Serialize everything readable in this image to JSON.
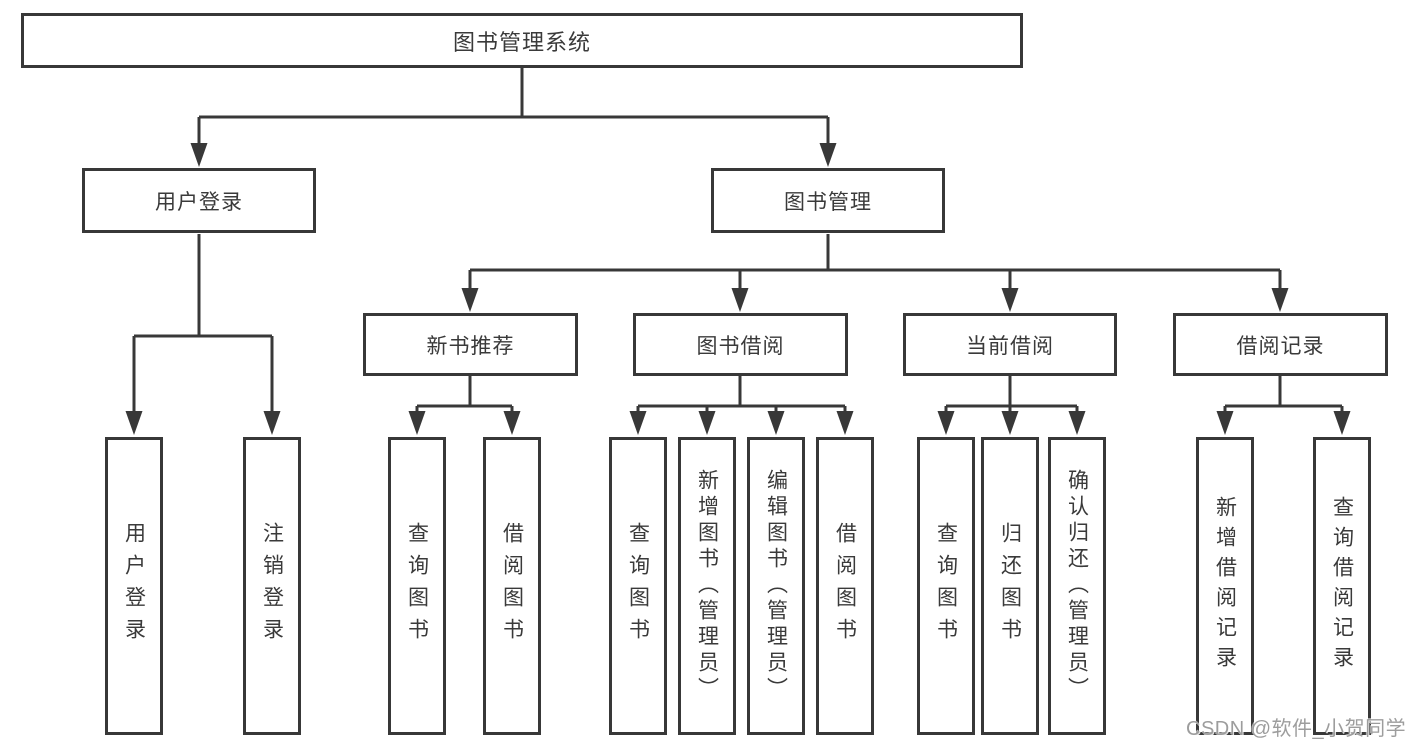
{
  "diagram": {
    "type": "function-structure-tree",
    "colors": {
      "line": "#383838",
      "border": "#383838",
      "text": "#3a3a3a",
      "background": "#ffffff",
      "watermark": "#9d9d9d"
    },
    "nodes": {
      "root": "图书管理系统",
      "l2_user_login": "用户登录",
      "l2_book_mgmt": "图书管理",
      "l3_new_book": "新书推荐",
      "l3_book_borrow": "图书借阅",
      "l3_current_borrow": "当前借阅",
      "l3_borrow_record": "借阅记录",
      "leaf_user_login": "用户登录",
      "leaf_logout": "注销登录",
      "leaf_nb_query": "查询图书",
      "leaf_nb_borrow": "借阅图书",
      "leaf_bb_query": "查询图书",
      "leaf_bb_add": "新增图书（管理员）",
      "leaf_bb_edit": "编辑图书（管理员）",
      "leaf_bb_borrow": "借阅图书",
      "leaf_cb_query": "查询图书",
      "leaf_cb_return": "归还图书",
      "leaf_cb_confirm": "确认归还（管理员）",
      "leaf_br_add": "新增借阅记录",
      "leaf_br_query": "查询借阅记录"
    },
    "hierarchy": {
      "图书管理系统": {
        "用户登录": [
          "用户登录",
          "注销登录"
        ],
        "图书管理": {
          "新书推荐": [
            "查询图书",
            "借阅图书"
          ],
          "图书借阅": [
            "查询图书",
            "新增图书（管理员）",
            "编辑图书（管理员）",
            "借阅图书"
          ],
          "当前借阅": [
            "查询图书",
            "归还图书",
            "确认归还（管理员）"
          ],
          "借阅记录": [
            "新增借阅记录",
            "查询借阅记录"
          ]
        }
      }
    }
  },
  "watermark": {
    "text": "CSDN @软件_小贺同学"
  }
}
